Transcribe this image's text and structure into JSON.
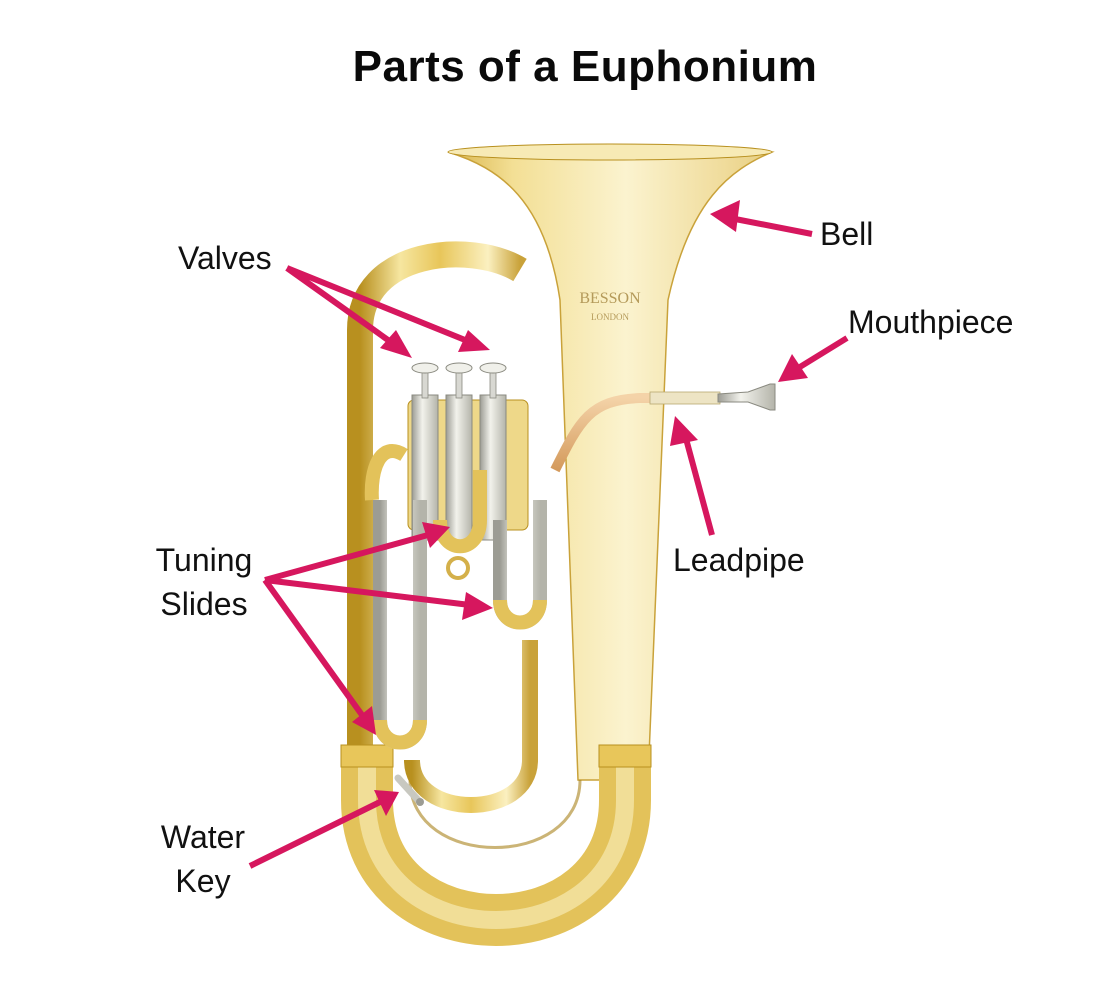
{
  "title": "Parts of a Euphonium",
  "instrument": {
    "brand_engraving": "BESSON",
    "engraving_sub": "LONDON",
    "colors": {
      "brass_light": "#f6e6a0",
      "brass_mid": "#e8c65a",
      "brass_dark": "#b8901f",
      "silver": "#d8d8d2",
      "rose_brass": "#e8b57a"
    }
  },
  "arrow_color": "#d6175e",
  "labels": [
    {
      "id": "valves",
      "text": "Valves",
      "lines": [
        "Valves"
      ]
    },
    {
      "id": "bell",
      "text": "Bell",
      "lines": [
        "Bell"
      ]
    },
    {
      "id": "mouthpiece",
      "text": "Mouthpiece",
      "lines": [
        "Mouthpiece"
      ]
    },
    {
      "id": "leadpipe",
      "text": "Leadpipe",
      "lines": [
        "Leadpipe"
      ]
    },
    {
      "id": "tuning_slides",
      "text": "Tuning Slides",
      "lines": [
        "Tuning",
        "Slides"
      ]
    },
    {
      "id": "water_key",
      "text": "Water Key",
      "lines": [
        "Water",
        "Key"
      ]
    }
  ]
}
